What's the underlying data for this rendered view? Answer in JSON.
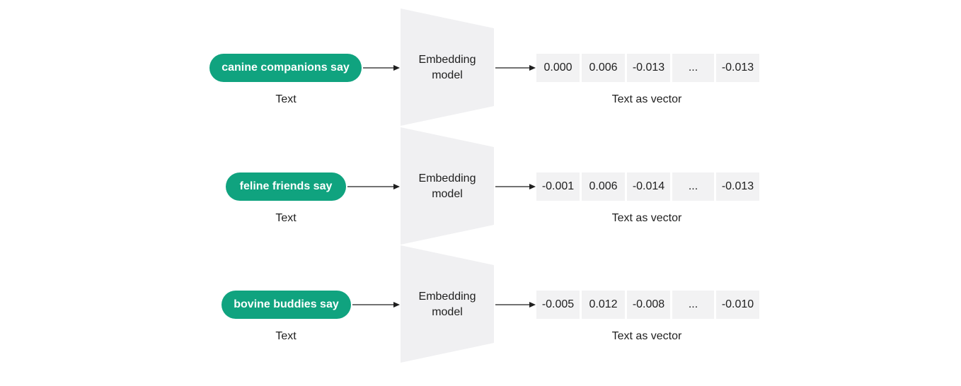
{
  "rows": [
    {
      "input_text": "canine companions say",
      "input_caption": "Text",
      "model_label_line1": "Embedding",
      "model_label_line2": "model",
      "vector": [
        "0.000",
        "0.006",
        "-0.013",
        "...",
        "-0.013"
      ],
      "vector_caption": "Text as vector"
    },
    {
      "input_text": "feline friends say",
      "input_caption": "Text",
      "model_label_line1": "Embedding",
      "model_label_line2": "model",
      "vector": [
        "-0.001",
        "0.006",
        "-0.014",
        "...",
        "-0.013"
      ],
      "vector_caption": "Text as vector"
    },
    {
      "input_text": "bovine buddies say",
      "input_caption": "Text",
      "model_label_line1": "Embedding",
      "model_label_line2": "model",
      "vector": [
        "-0.005",
        "0.012",
        "-0.008",
        "...",
        "-0.010"
      ],
      "vector_caption": "Text as vector"
    }
  ],
  "colors": {
    "pill": "#10a37f",
    "pill_text": "#ffffff",
    "model_shape": "#f0f0f2",
    "vector_cell": "#f2f2f3",
    "arrow": "#1f1f1f"
  }
}
